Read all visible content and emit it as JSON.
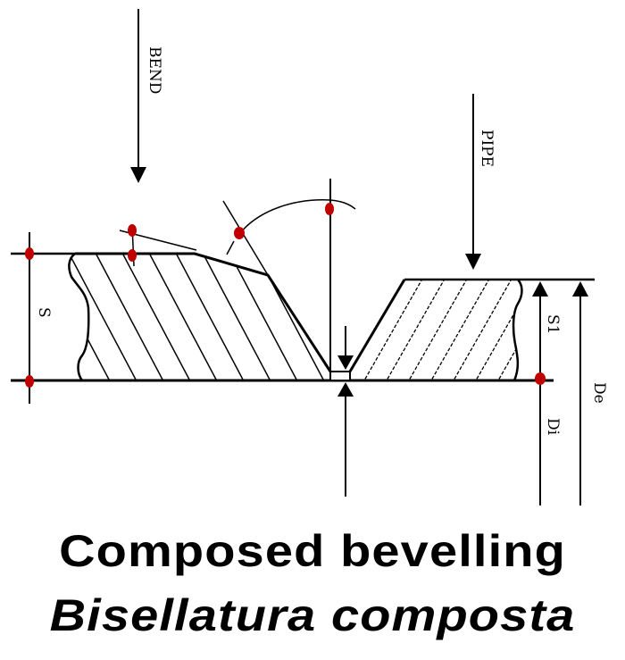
{
  "diagram": {
    "labels": {
      "bend": "BEND",
      "pipe": "PIPE",
      "s": "S",
      "s1": "S1",
      "di": "Di",
      "de": "De"
    },
    "colors": {
      "line": "#000000",
      "marker": "#c00000",
      "background": "#ffffff"
    }
  },
  "title": {
    "english": "Composed bevelling",
    "italian": "Bisellatura composta"
  }
}
